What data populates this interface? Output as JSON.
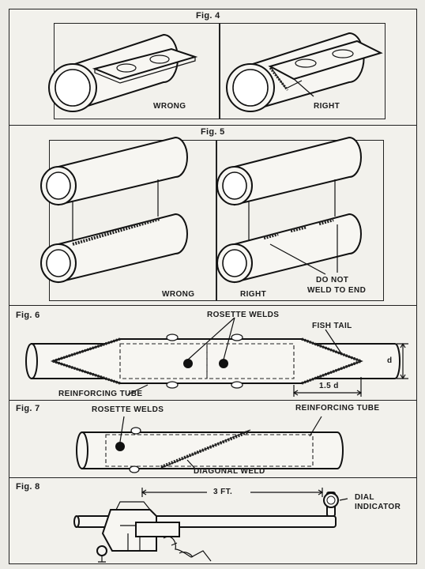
{
  "fig4": {
    "title": "Fig. 4",
    "wrong_label": "WRONG",
    "right_label": "RIGHT"
  },
  "fig5": {
    "title": "Fig. 5",
    "wrong_label": "WRONG",
    "right_label": "RIGHT",
    "note_line1": "DO NOT",
    "note_line2": "WELD TO END"
  },
  "fig6": {
    "title": "Fig. 6",
    "rosette_label": "ROSETTE WELDS",
    "fishtail_label": "FISH TAIL",
    "reinforcing_label": "REINFORCING TUBE",
    "dim_d": "d",
    "dim_length": "1.5 d"
  },
  "fig7": {
    "title": "Fig. 7",
    "rosette_label": "ROSETTE WELDS",
    "reinforcing_label": "REINFORCING TUBE",
    "diagonal_label": "DIAGONAL WELD"
  },
  "fig8": {
    "title": "Fig. 8",
    "length_label": "3 FT.",
    "dial_line1": "DIAL",
    "dial_line2": "INDICATOR"
  }
}
